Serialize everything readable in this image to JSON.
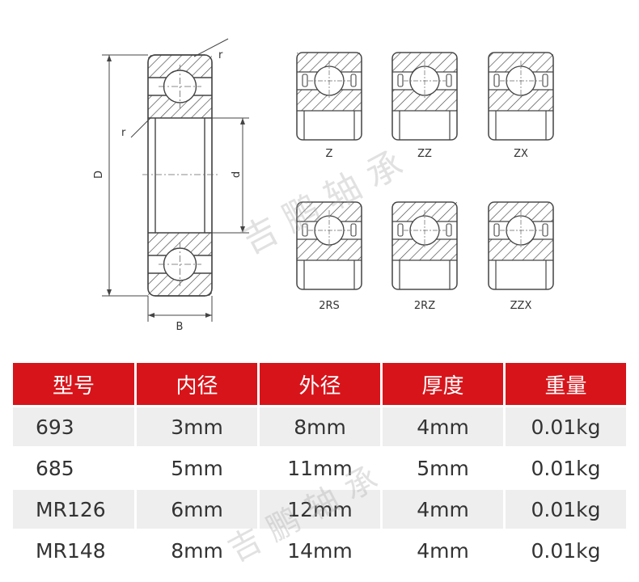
{
  "diagram": {
    "dim_D": "D",
    "dim_d": "d",
    "dim_B": "B",
    "dim_r_top": "r",
    "dim_r_left": "r",
    "variants": [
      "Z",
      "ZZ",
      "ZX",
      "2RS",
      "2RZ",
      "ZZX"
    ]
  },
  "watermark": "吉鹏轴承",
  "table": {
    "headers": [
      "型号",
      "内径",
      "外径",
      "厚度",
      "重量"
    ],
    "rows": [
      [
        "693",
        "3mm",
        "8mm",
        "4mm",
        "0.01kg"
      ],
      [
        "685",
        "5mm",
        "11mm",
        "5mm",
        "0.01kg"
      ],
      [
        "MR126",
        "6mm",
        "12mm",
        "4mm",
        "0.01kg"
      ],
      [
        "MR148",
        "8mm",
        "14mm",
        "4mm",
        "0.01kg"
      ]
    ]
  },
  "colors": {
    "header_bg": "#d7141a",
    "header_text": "#ffffff",
    "row_alt": "#eeeeee"
  }
}
